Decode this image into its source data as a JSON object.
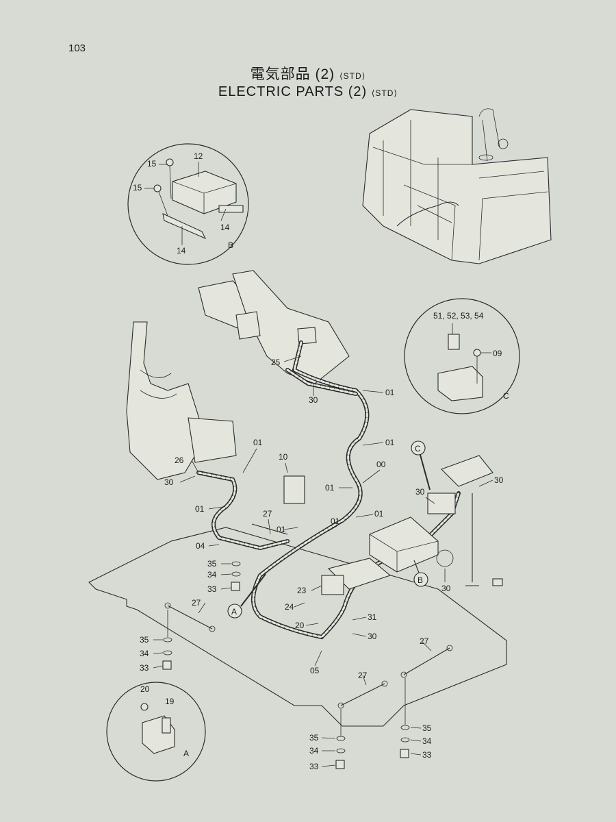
{
  "page_number": "103",
  "title_jp": "電気部品 (2)",
  "title_en": "ELECTRIC PARTS (2)",
  "std_tag": "⟨STD⟩",
  "detail_letters": {
    "a": "A",
    "b": "B",
    "c": "C"
  },
  "callouts": {
    "c00": "00",
    "c01": "01",
    "c04": "04",
    "c05": "05",
    "c09": "09",
    "c10": "10",
    "c12": "12",
    "c14": "14",
    "c15": "15",
    "c19": "19",
    "c20": "20",
    "c23": "23",
    "c24": "24",
    "c25": "25",
    "c26": "26",
    "c27": "27",
    "c30": "30",
    "c31": "31",
    "c33": "33",
    "c34": "34",
    "c35": "35",
    "c51_54": "51, 52, 53, 54"
  }
}
